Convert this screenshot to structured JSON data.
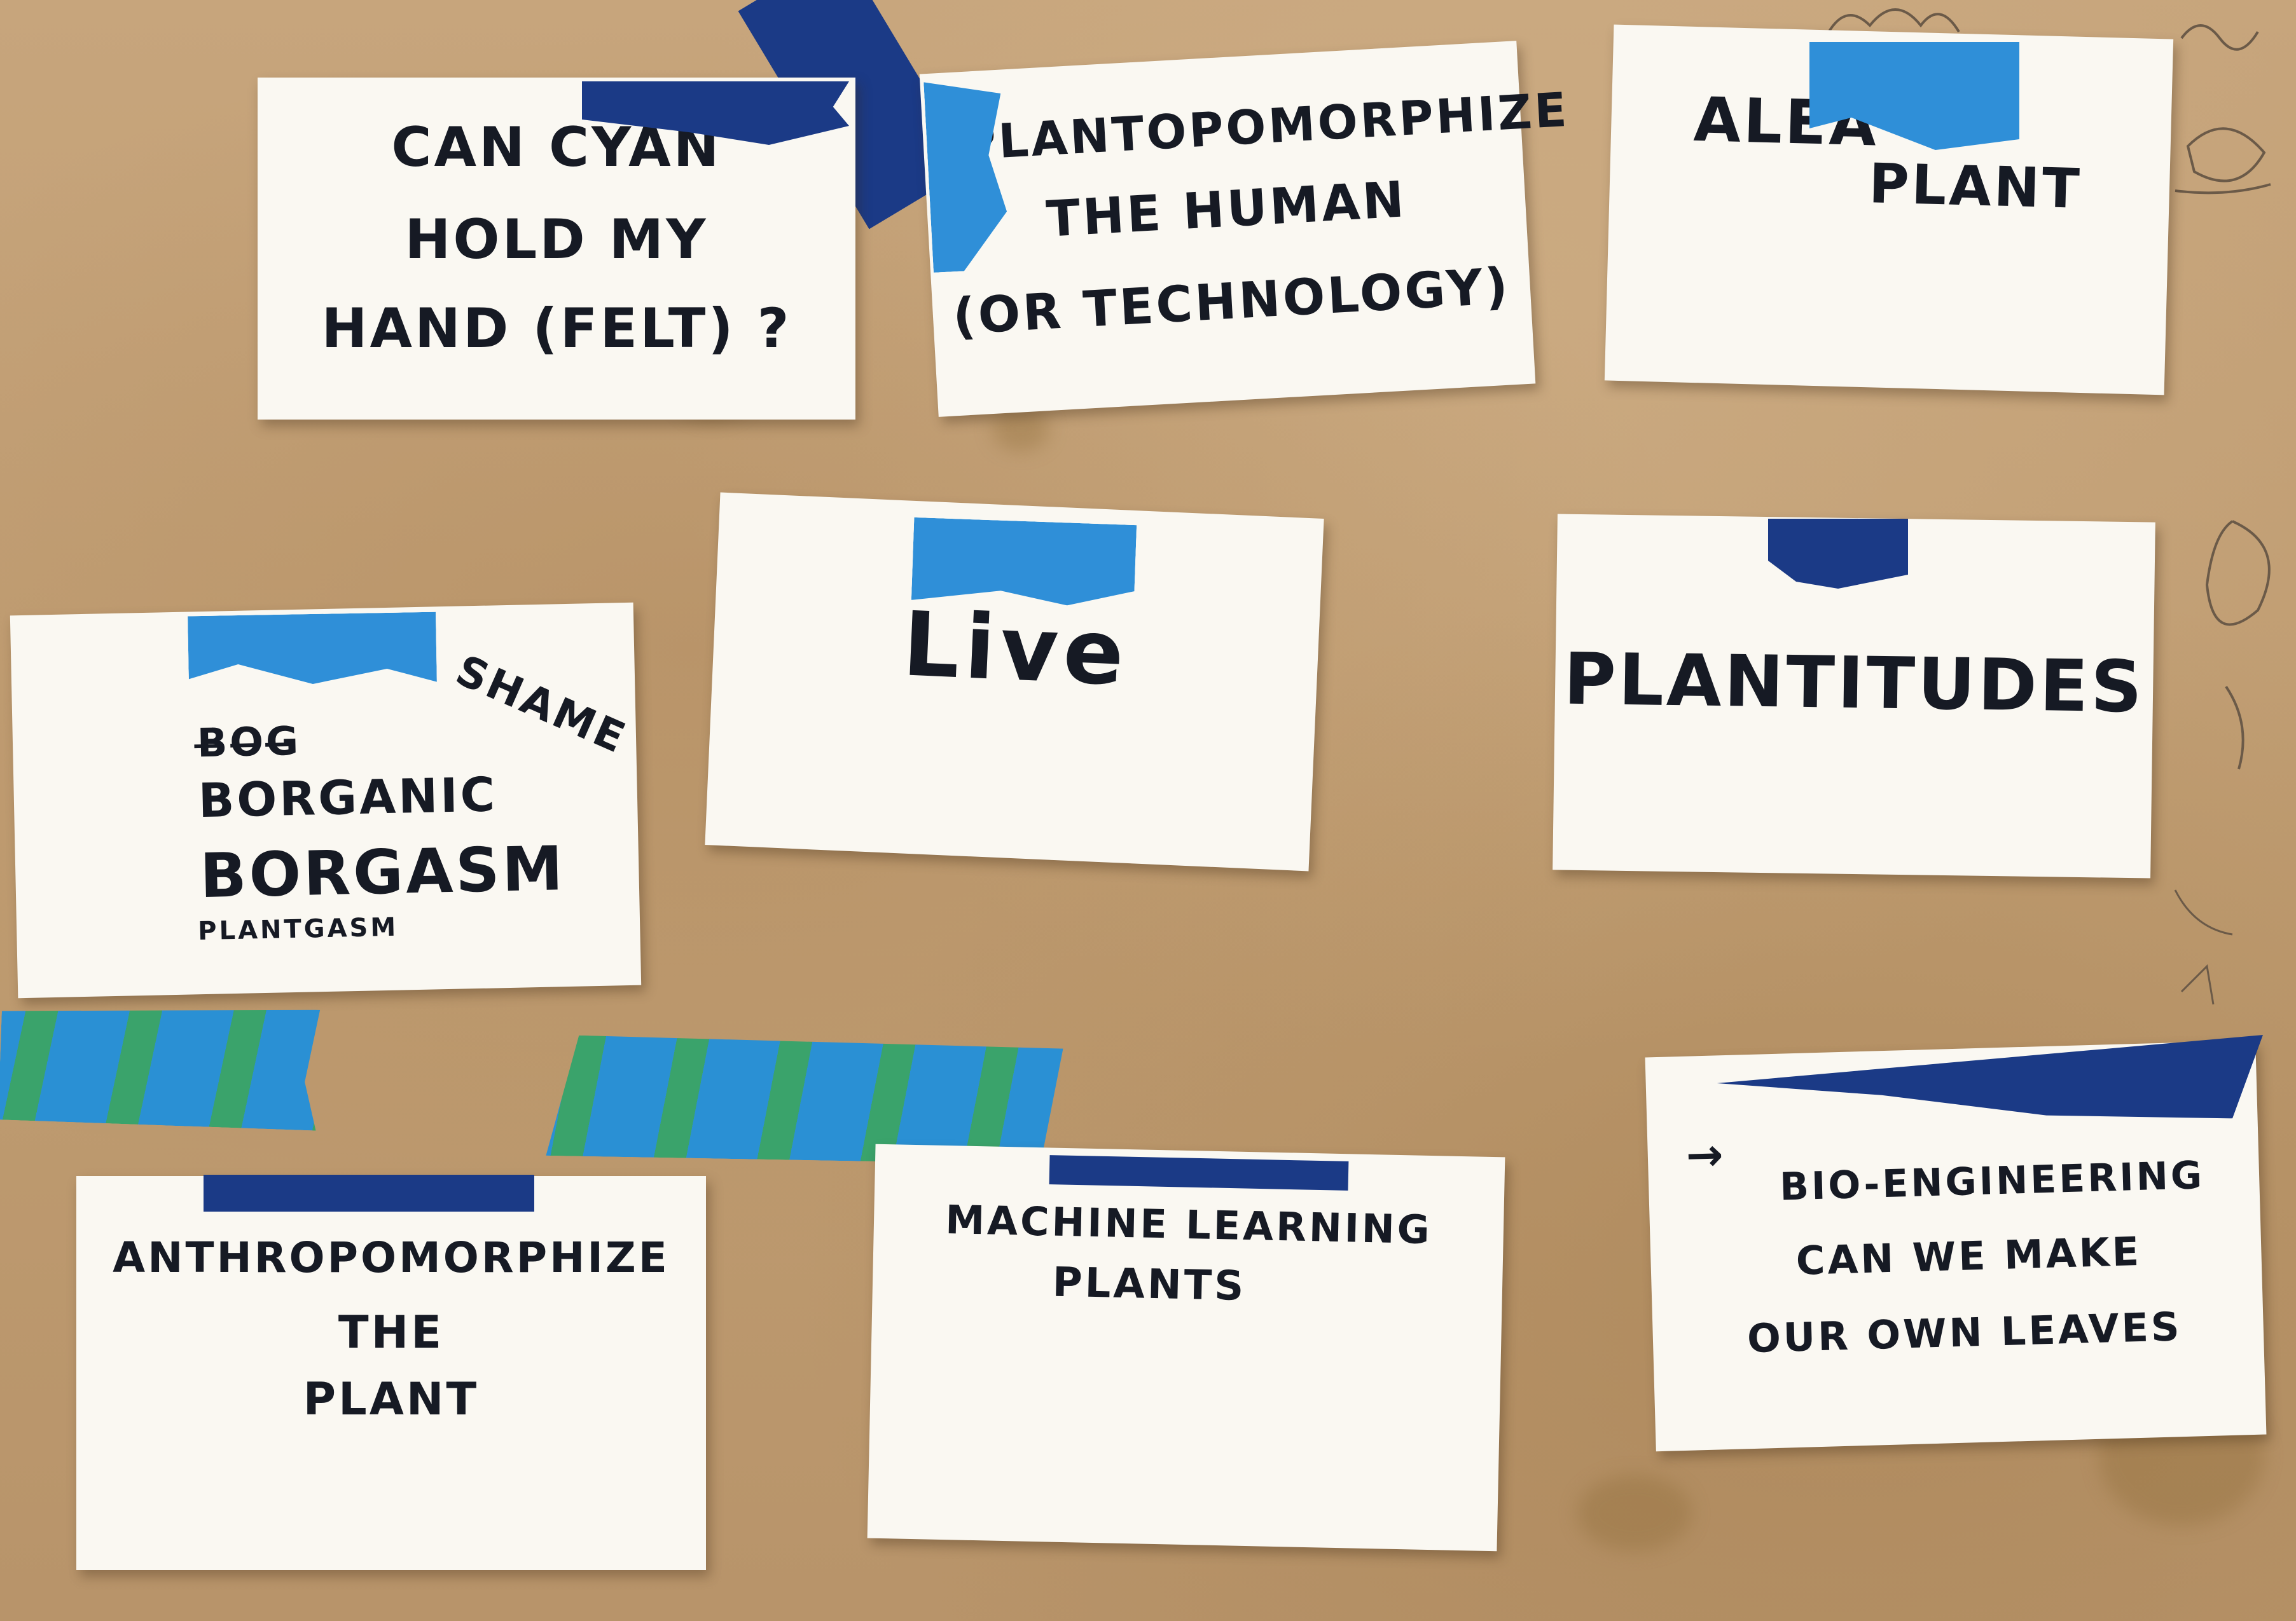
{
  "cards": [
    {
      "id": "card-can-cyan",
      "lines": [
        "CAN CYAN",
        "HOLD MY",
        "HAND (FELT) ?"
      ]
    },
    {
      "id": "card-plantopomorphize",
      "lines": [
        "PLANTOPOMORPHIZE",
        "THE HUMAN",
        "(OR TECHNOLOGY)"
      ]
    },
    {
      "id": "card-alien-plant",
      "lines": [
        "ALEA",
        "PLANT"
      ]
    },
    {
      "id": "card-borganic",
      "lines": [
        "SHAME",
        "B̶O̶G̶",
        "BORGANIC",
        "BORGASM",
        "PLANTGASM"
      ]
    },
    {
      "id": "card-live",
      "lines": [
        "Live"
      ]
    },
    {
      "id": "card-plantitudes",
      "lines": [
        "PLANTITUDES"
      ]
    },
    {
      "id": "card-anthropomorphize",
      "lines": [
        "ANTHROPOMORPHIZE",
        "THE",
        "PLANT"
      ]
    },
    {
      "id": "card-machine-learning",
      "lines": [
        "MACHINE LEARNING",
        "PLANTS"
      ]
    },
    {
      "id": "card-bio-engineering",
      "lines": [
        "→",
        "BIO-ENGINEERING",
        "CAN WE MAKE",
        "OUR OWN LEAVES"
      ]
    }
  ],
  "colors": {
    "board": "#c3a27a",
    "card": "#faf8f2",
    "ink": "#161a24",
    "tape_dark_blue": "#1b3a86",
    "tape_light_blue": "#2f8fd8"
  }
}
